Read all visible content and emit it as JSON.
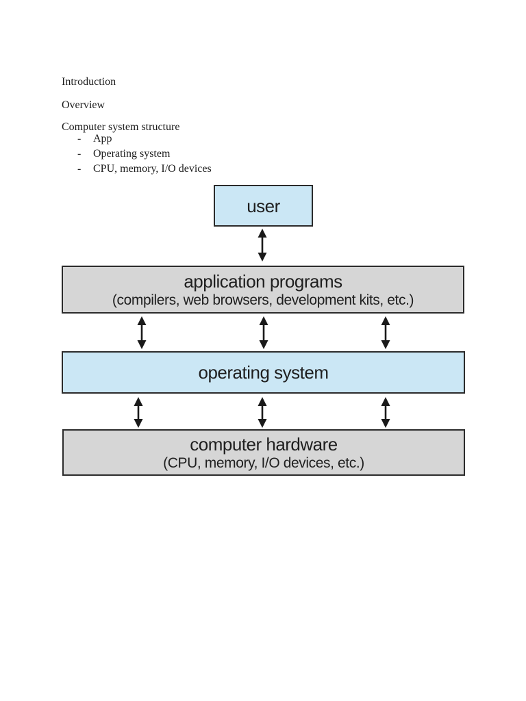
{
  "document": {
    "lines": [
      {
        "text": "Introduction"
      },
      {
        "text": "Overview"
      },
      {
        "text": "Computer system structure"
      }
    ],
    "bullets": [
      {
        "marker": "-",
        "text": "App"
      },
      {
        "marker": "-",
        "text": "Operating system"
      },
      {
        "marker": "-",
        "text": "CPU, memory, I/O devices"
      }
    ]
  },
  "diagram": {
    "boxes": {
      "user": {
        "label": "user"
      },
      "applications": {
        "label": "application programs",
        "sublabel": "(compilers, web browsers, development kits, etc.)"
      },
      "os": {
        "label": "operating system"
      },
      "hardware": {
        "label": "computer hardware",
        "sublabel": "(CPU, memory, I/O devices, etc.)"
      }
    },
    "colors": {
      "blue-fill": "#cbe7f5",
      "gray-fill": "#d6d6d6",
      "box-border": "#2b2b2b",
      "arrow": "#1a1a1a",
      "text": "#1f1f1f"
    }
  }
}
